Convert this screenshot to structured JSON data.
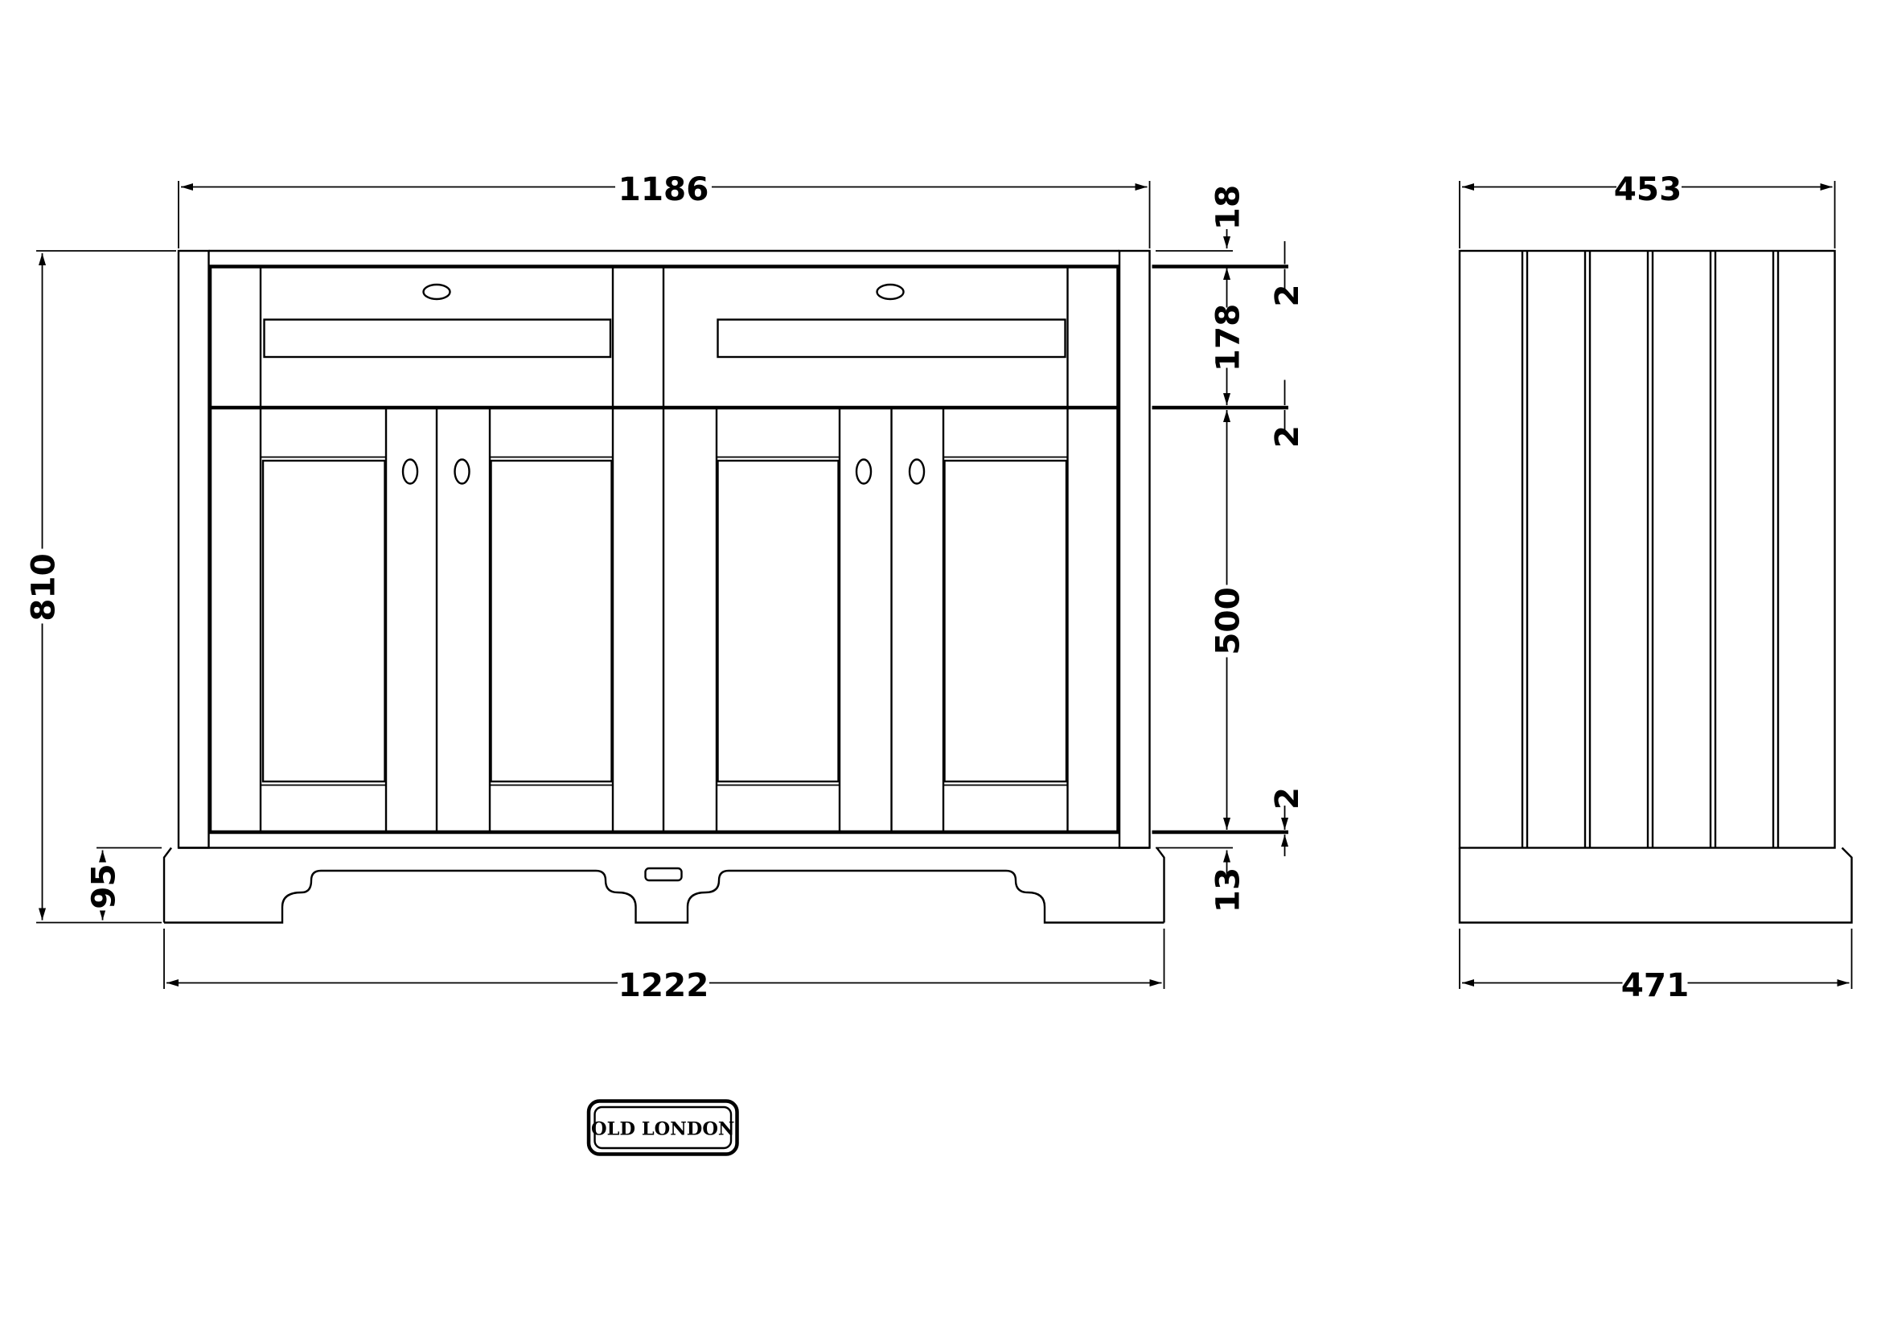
{
  "front_view": {
    "overall_width": "1186",
    "plinth_width": "1222",
    "overall_height": "810",
    "plinth_height": "95",
    "top_thickness": "18",
    "drawer_height": "178",
    "door_height": "500",
    "plinth_gap": "13",
    "gap_top": "2",
    "gap_middle": "2",
    "gap_bottom": "2"
  },
  "side_view": {
    "depth": "453",
    "plinth_depth": "471"
  },
  "brand": {
    "logo_text": "OLD LONDON"
  },
  "colors": {
    "line": "#000000",
    "background": "#ffffff"
  }
}
